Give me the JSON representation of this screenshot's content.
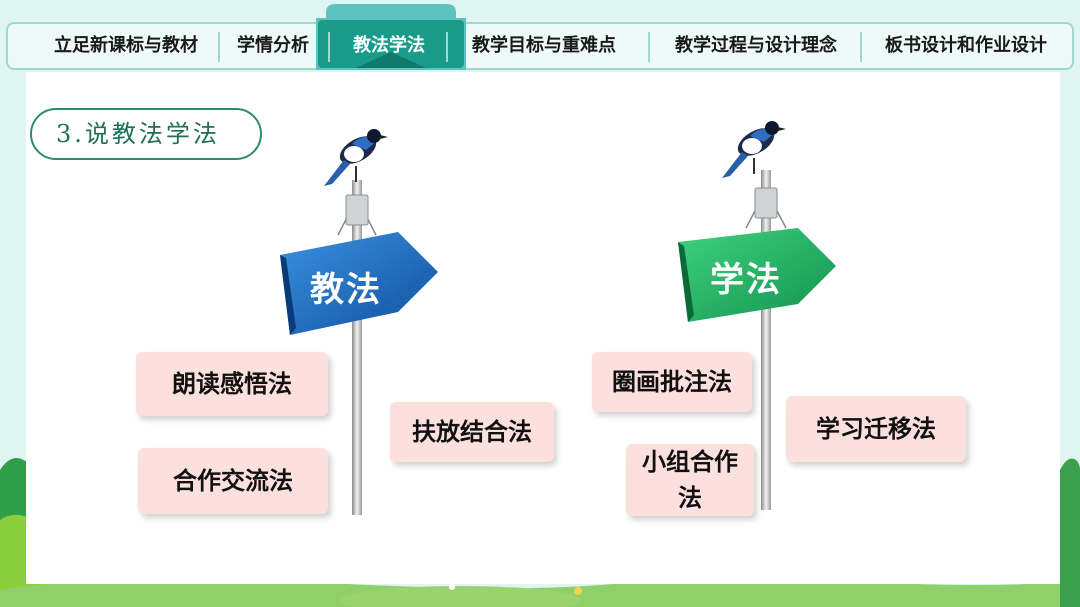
{
  "nav": {
    "items": [
      "立足新课标与教材",
      "学情分析",
      "教法学法",
      "教学目标与重难点",
      "教学过程与设计理念",
      "板书设计和作业设计"
    ],
    "active_index": 2
  },
  "section": {
    "title": "3.说教法学法"
  },
  "teaching": {
    "sign": "教法",
    "methods": [
      "朗读感悟法",
      "合作交流法",
      "扶放结合法"
    ]
  },
  "learning": {
    "sign": "学法",
    "methods": [
      "圈画批注法",
      "小组合作法",
      "学习迁移法"
    ]
  },
  "colors": {
    "accent": "#1a9b8a",
    "teaching_sign": "#1f6fc2",
    "learning_sign": "#25b76a",
    "card": "#fbe0de"
  }
}
